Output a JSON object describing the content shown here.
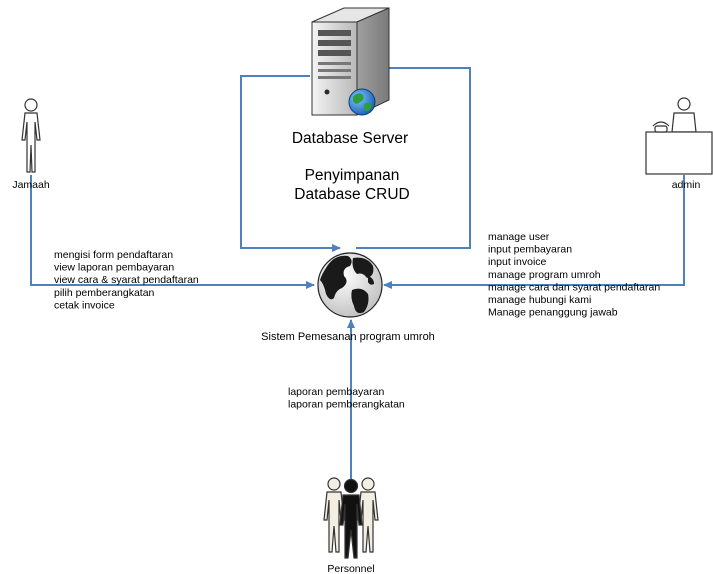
{
  "server": {
    "title": "Database Server",
    "subtitle_line1": "Penyimpanan",
    "subtitle_line2": "Database CRUD"
  },
  "system": {
    "label": "Sistem Pemesanan program umroh"
  },
  "actors": {
    "jamaah": "Jamaah",
    "admin": "admin",
    "personnel": "Personnel"
  },
  "jamaah_flows": [
    "mengisi form pendaftaran",
    "view laporan pembayaran",
    "view cara & syarat pendaftaran",
    "pilih pemberangkatan",
    "cetak invoice"
  ],
  "admin_flows": [
    "manage user",
    "input pembayaran",
    "input invoice",
    "manage program umroh",
    "manage cara dan syarat pendaftaran",
    "manage hubungi kami",
    "Manage penanggung jawab"
  ],
  "personnel_flows": [
    "laporan pembayaran",
    "laporan pemberangkatan"
  ],
  "colors": {
    "connector": "#4f81bd",
    "server_body": "#d9d9d9",
    "globe_land": "#1a1a1a"
  },
  "icons": {
    "server": "server-icon",
    "globe": "globe-icon",
    "jamaah": "person-icon",
    "admin": "admin-desk-icon",
    "personnel": "group-icon"
  }
}
